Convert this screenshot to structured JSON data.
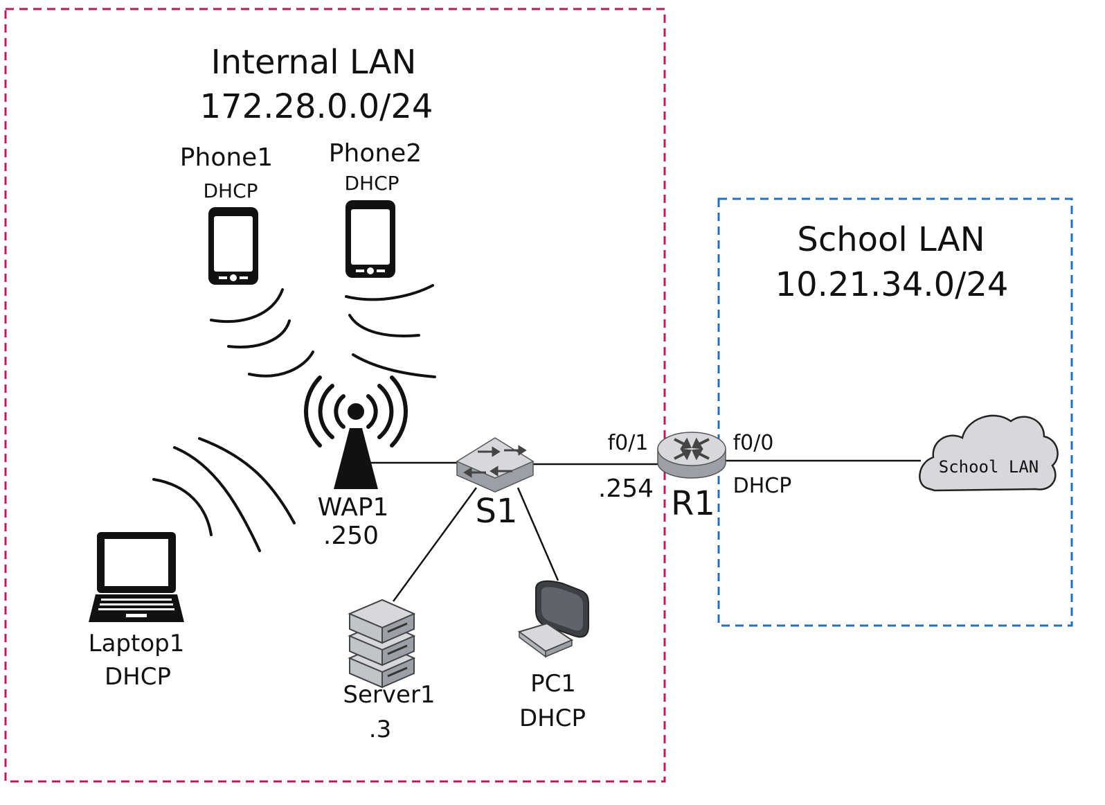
{
  "zones": {
    "internal": {
      "name": "Internal LAN",
      "subnet": "172.28.0.0/24",
      "border_color": "#c2185b"
    },
    "school": {
      "name": "School LAN",
      "subnet": "10.21.34.0/24",
      "border_color": "#1e6fc8"
    }
  },
  "devices": {
    "phone1": {
      "name": "Phone1",
      "ip": "DHCP",
      "icon": "smartphone-icon"
    },
    "phone2": {
      "name": "Phone2",
      "ip": "DHCP",
      "icon": "smartphone-icon"
    },
    "wap1": {
      "name": "WAP1",
      "ip": ".250",
      "icon": "wireless-access-point-icon"
    },
    "laptop1": {
      "name": "Laptop1",
      "ip": "DHCP",
      "icon": "laptop-icon"
    },
    "s1": {
      "name": "S1",
      "icon": "switch-icon"
    },
    "server1": {
      "name": "Server1",
      "ip": ".3",
      "icon": "server-icon"
    },
    "pc1": {
      "name": "PC1",
      "ip": "DHCP",
      "icon": "desktop-pc-icon"
    },
    "r1": {
      "name": "R1",
      "icon": "router-icon",
      "inside_interface": "f0/1",
      "inside_ip": ".254",
      "outside_interface": "f0/0",
      "outside_ip": "DHCP"
    },
    "school_cloud": {
      "label": "School LAN",
      "icon": "cloud-icon"
    }
  }
}
